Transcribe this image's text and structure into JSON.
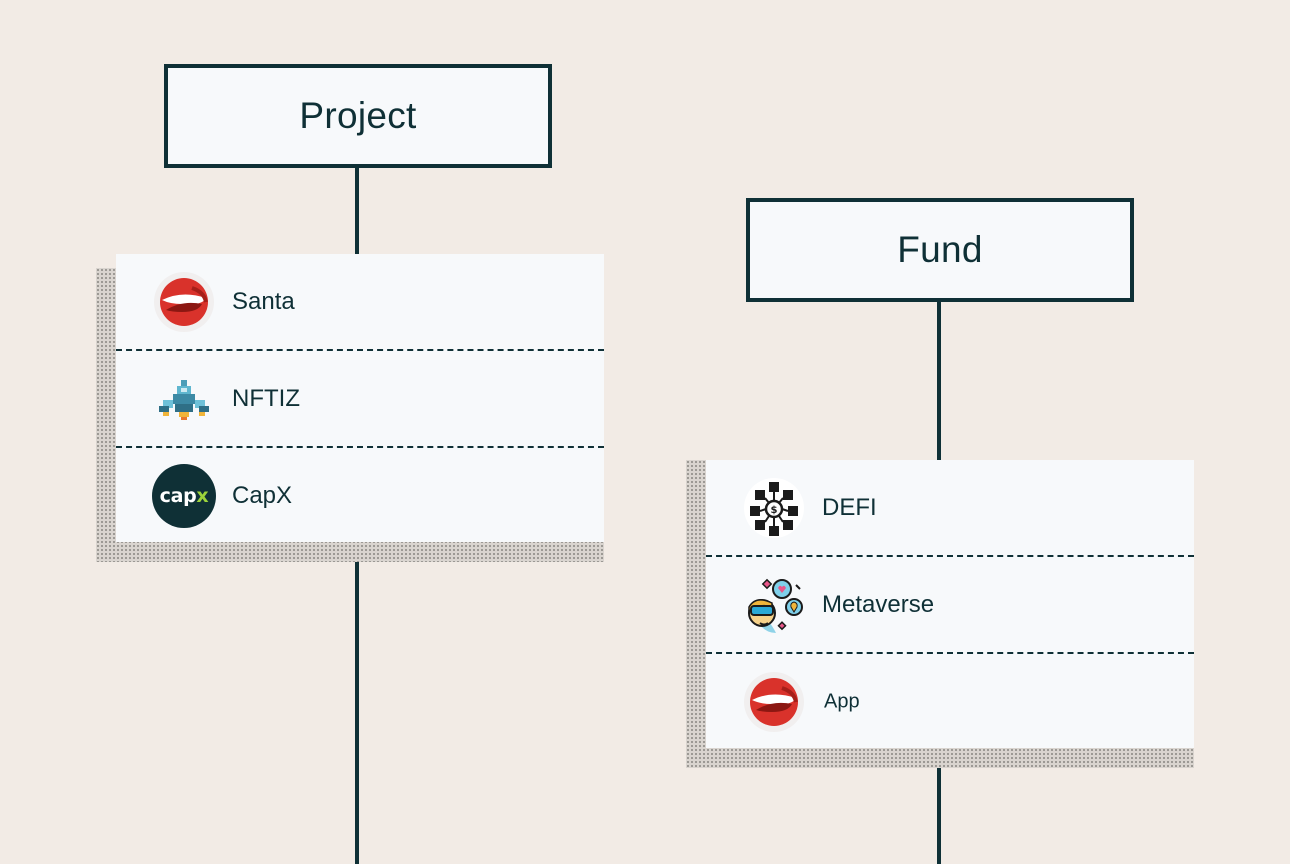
{
  "colors": {
    "background": "#f2ebe5",
    "ink": "#0f3036",
    "panel": "#f7f9fb",
    "capx_green": "#9cd33b",
    "santa_red": "#d9322b"
  },
  "project": {
    "title": "Project",
    "items": [
      {
        "label": "Santa",
        "icon": "santa-logo-icon"
      },
      {
        "label": "NFTIZ",
        "icon": "rocket-ship-icon"
      },
      {
        "label": "CapX",
        "icon": "capx-logo-icon",
        "logo_text_main": "cap",
        "logo_text_accent": "x"
      }
    ]
  },
  "fund": {
    "title": "Fund",
    "items": [
      {
        "label": "DEFI",
        "icon": "defi-blocks-icon"
      },
      {
        "label": "Metaverse",
        "icon": "vr-headset-person-icon"
      },
      {
        "label": "App",
        "icon": "santa-logo-icon"
      }
    ]
  }
}
